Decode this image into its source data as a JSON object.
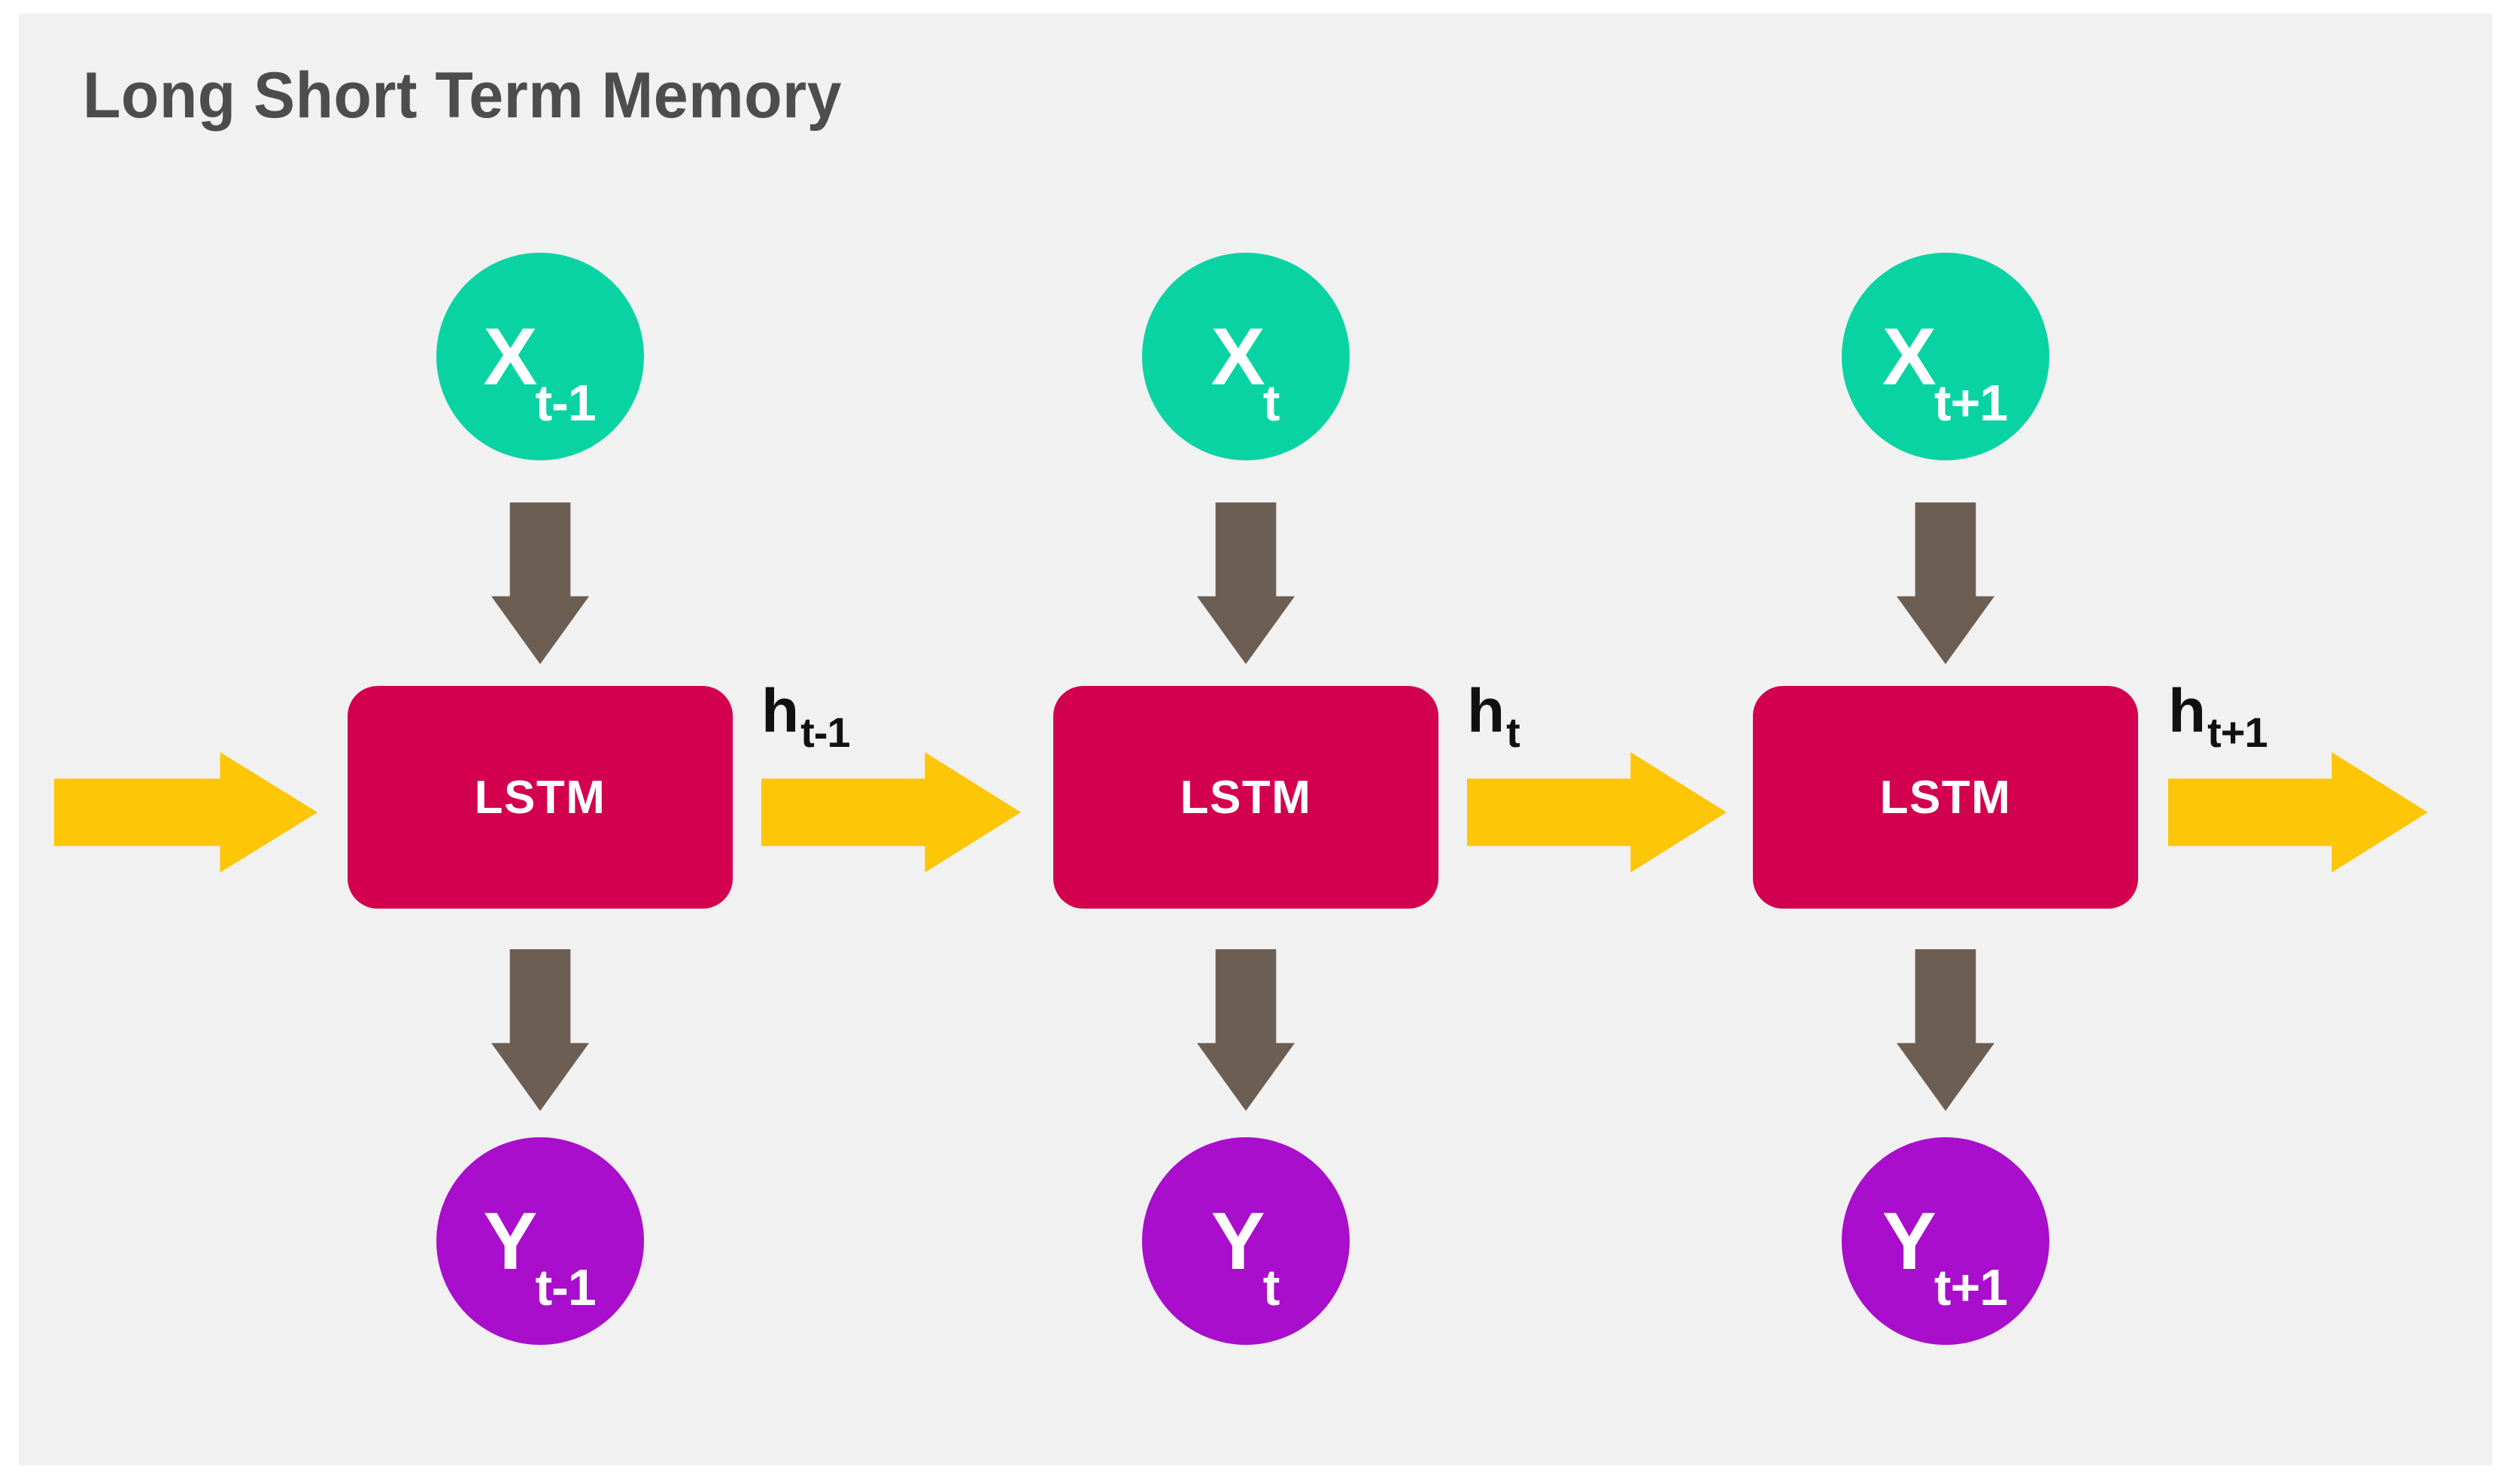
{
  "page": {
    "title": "Long Short Term Memory",
    "background_color": "#ffffff",
    "panel_color": "#f1f1f1",
    "title_color": "#4d4d4d"
  },
  "colors": {
    "input_circle": "#0ad3a3",
    "output_circle": "#a80ecb",
    "lstm_box": "#d2004f",
    "state_arrow": "#fdc607",
    "io_arrow": "#6d5e53",
    "label_text": "#111111"
  },
  "diagram": {
    "cells": [
      {
        "input": {
          "base": "X",
          "sub": "t-1"
        },
        "unit": "LSTM",
        "output": {
          "base": "Y",
          "sub": "t-1"
        },
        "state": {
          "base": "h",
          "sub": "t-1"
        }
      },
      {
        "input": {
          "base": "X",
          "sub": "t"
        },
        "unit": "LSTM",
        "output": {
          "base": "Y",
          "sub": "t"
        },
        "state": {
          "base": "h",
          "sub": "t"
        }
      },
      {
        "input": {
          "base": "X",
          "sub": "t+1"
        },
        "unit": "LSTM",
        "output": {
          "base": "Y",
          "sub": "t+1"
        },
        "state": {
          "base": "h",
          "sub": "t+1"
        }
      }
    ]
  }
}
